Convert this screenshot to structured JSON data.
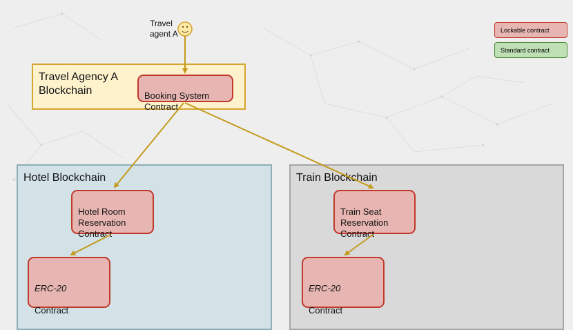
{
  "agent": {
    "label": "Travel\nagent A"
  },
  "legend": {
    "lockable": "Lockable contract",
    "standard": "Standard contract"
  },
  "chains": {
    "agency": {
      "title": "Travel Agency A\nBlockchain"
    },
    "hotel": {
      "title": "Hotel Blockchain"
    },
    "train": {
      "title": "Train Blockchain"
    }
  },
  "contracts": {
    "booking": "Booking System\nContract",
    "hotel_room": "Hotel Room\nReservation\nContract",
    "train_seat": "Train Seat\nReservation\nContract",
    "hotel_erc20": {
      "name": "ERC-20",
      "suffix": "Contract"
    },
    "train_erc20": {
      "name": "ERC-20",
      "suffix": "Contract"
    }
  },
  "colors": {
    "lockable_fill": "#e7b6b2",
    "lockable_border": "#c0392b",
    "standard_fill": "#bfe0b5",
    "arrow": "#c49a1c"
  }
}
